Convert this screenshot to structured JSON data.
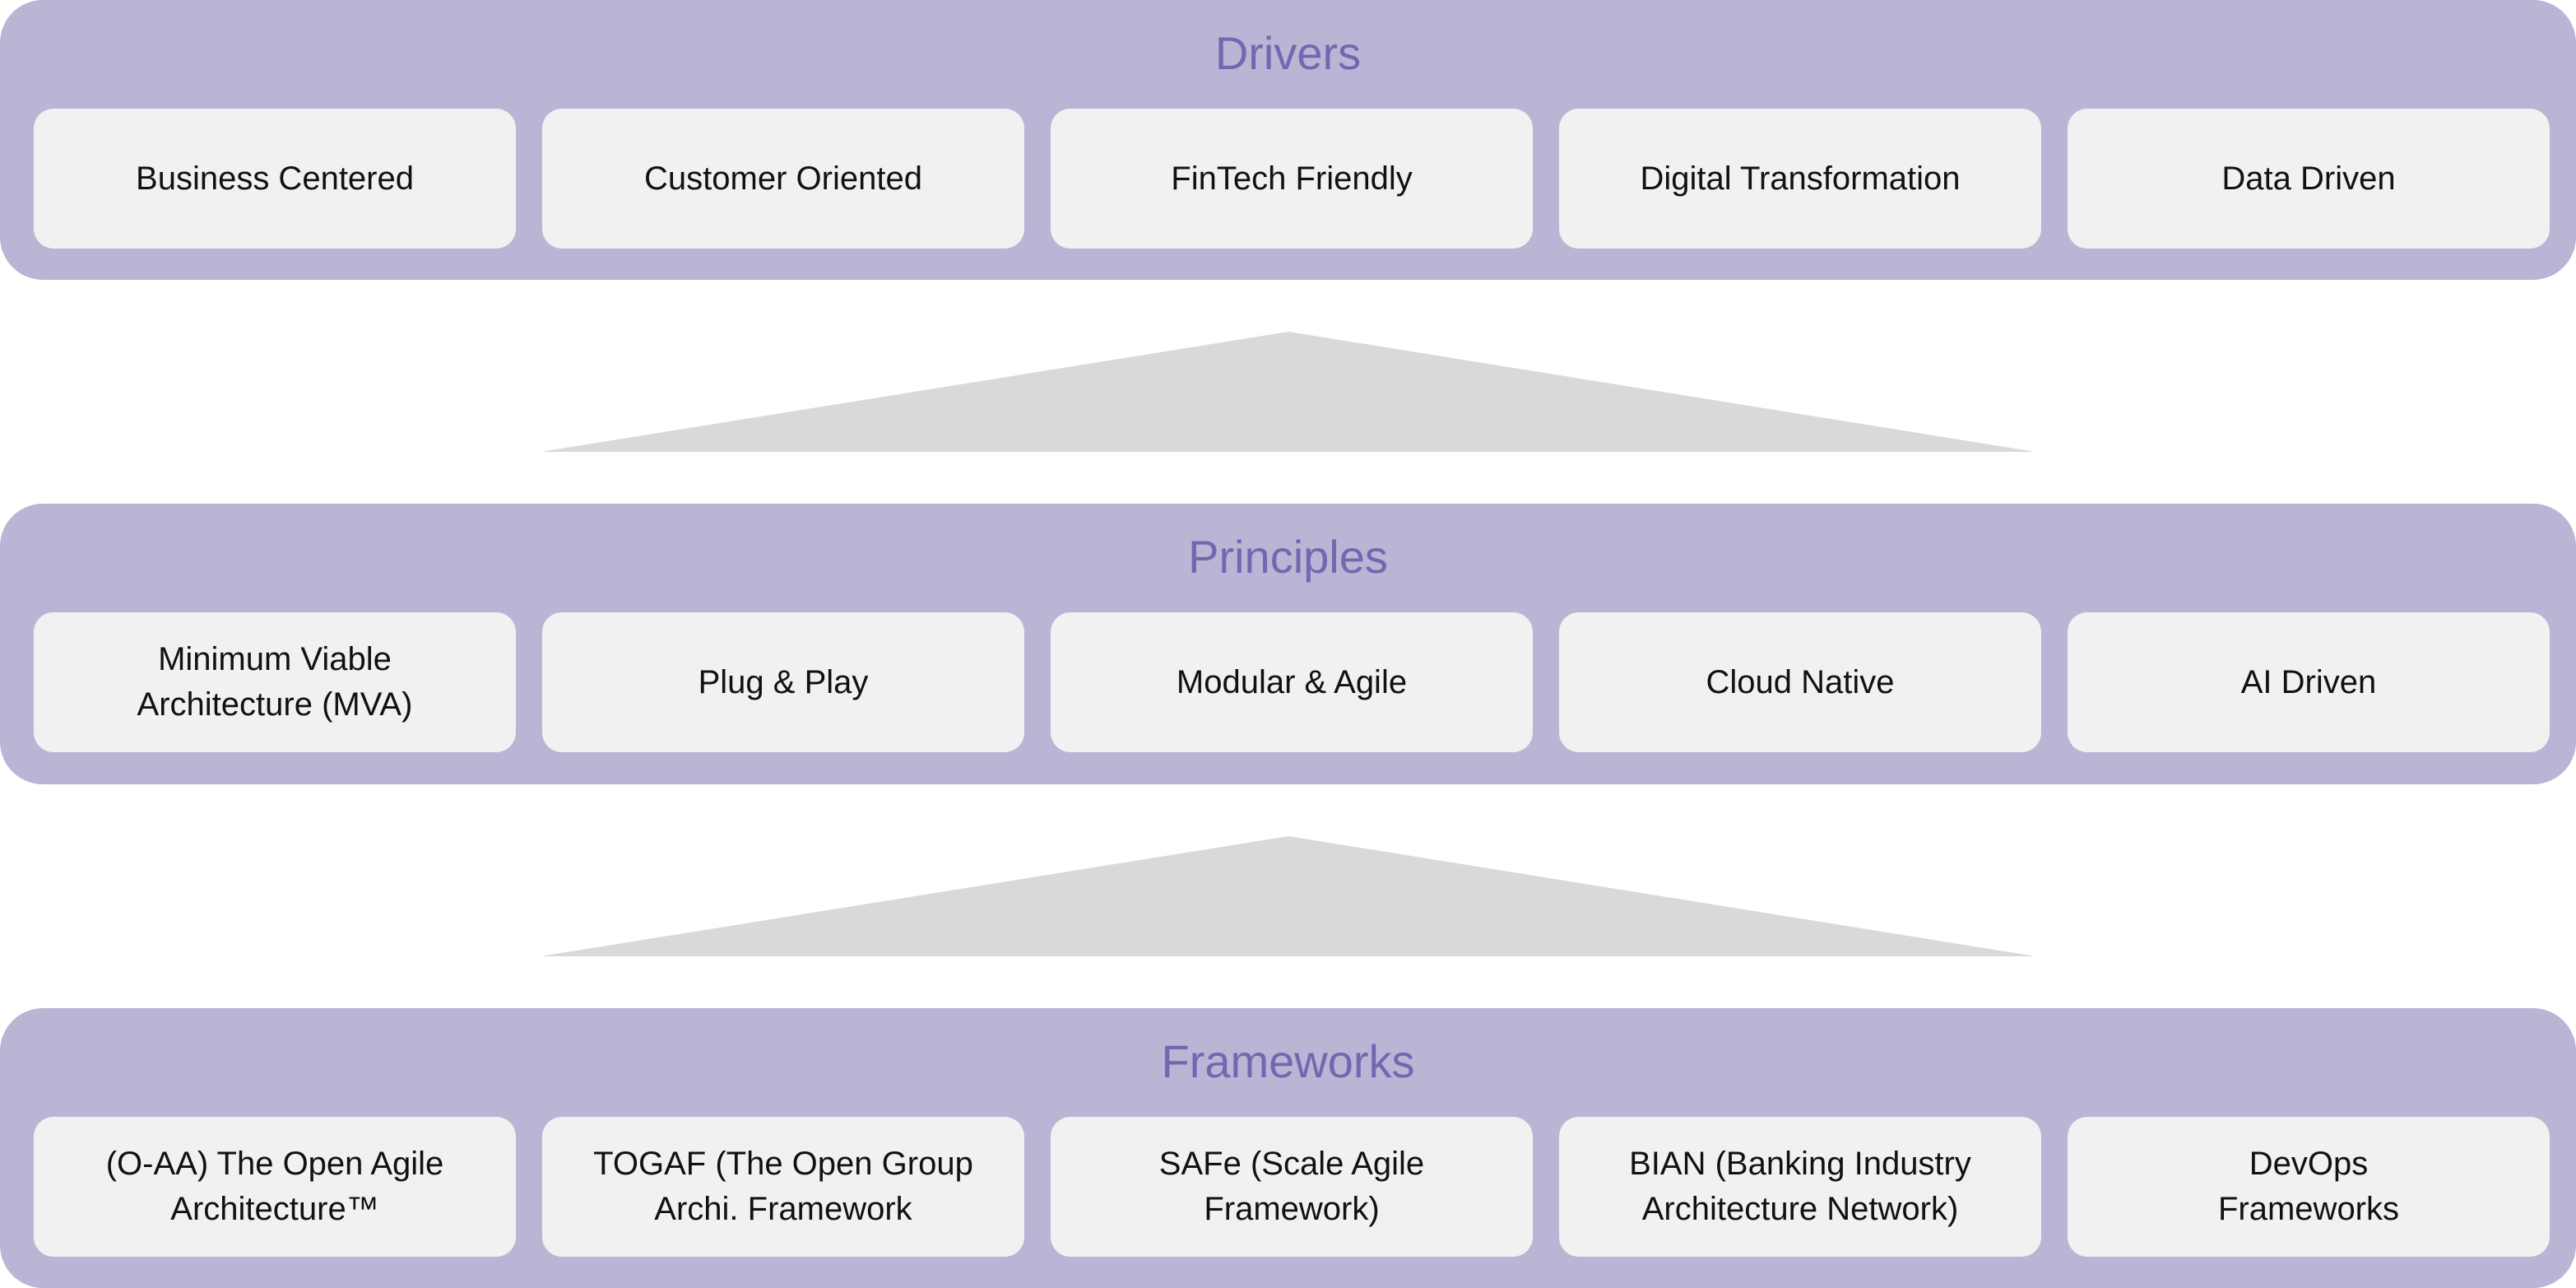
{
  "drivers": {
    "title": "Drivers",
    "items": [
      {
        "label": "Business Centered"
      },
      {
        "label": "Customer Oriented"
      },
      {
        "label": "FinTech Friendly"
      },
      {
        "label": "Digital Transformation"
      },
      {
        "label": "Data Driven"
      }
    ]
  },
  "principles": {
    "title": "Principles",
    "items": [
      {
        "label": "Minimum Viable\nArchitecture (MVA)"
      },
      {
        "label": "Plug & Play"
      },
      {
        "label": "Modular & Agile"
      },
      {
        "label": "Cloud Native"
      },
      {
        "label": "AI Driven"
      }
    ]
  },
  "frameworks": {
    "title": "Frameworks",
    "items": [
      {
        "label": "(O-AA) The Open Agile\nArchitecture™"
      },
      {
        "label": "TOGAF (The Open Group\nArchi. Framework"
      },
      {
        "label": "SAFe (Scale Agile\nFramework)"
      },
      {
        "label": "BIAN (Banking Industry\nArchitecture Network)"
      },
      {
        "label": "DevOps\nFrameworks"
      }
    ]
  },
  "colors": {
    "band_background": "#bbb4d4",
    "title_text": "#6f69b1",
    "card_background": "#f1f1f2",
    "arrow_fill": "#d9d9da"
  },
  "icons": {
    "connector": "upward-triangle"
  }
}
